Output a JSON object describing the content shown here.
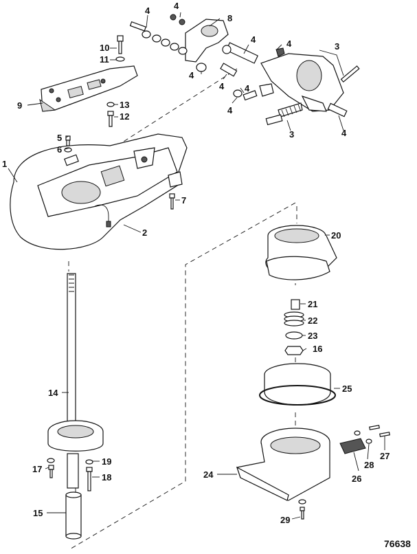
{
  "figure_number": "76638",
  "callouts": {
    "c1": "1",
    "c2": "2",
    "c3a": "3",
    "c3b": "3",
    "c4a": "4",
    "c4b": "4",
    "c4c": "4",
    "c4d": "4",
    "c4e": "4",
    "c4f": "4",
    "c4g": "4",
    "c4h": "4",
    "c4i": "4",
    "c5": "5",
    "c6": "6",
    "c7": "7",
    "c8": "8",
    "c9": "9",
    "c10": "10",
    "c11": "11",
    "c12": "12",
    "c13": "13",
    "c14": "14",
    "c15": "15",
    "c16": "16",
    "c17": "17",
    "c18": "18",
    "c19": "19",
    "c20": "20",
    "c21": "21",
    "c22": "22",
    "c23": "23",
    "c24": "24",
    "c25": "25",
    "c26": "26",
    "c27": "27",
    "c28": "28",
    "c29": "29"
  }
}
